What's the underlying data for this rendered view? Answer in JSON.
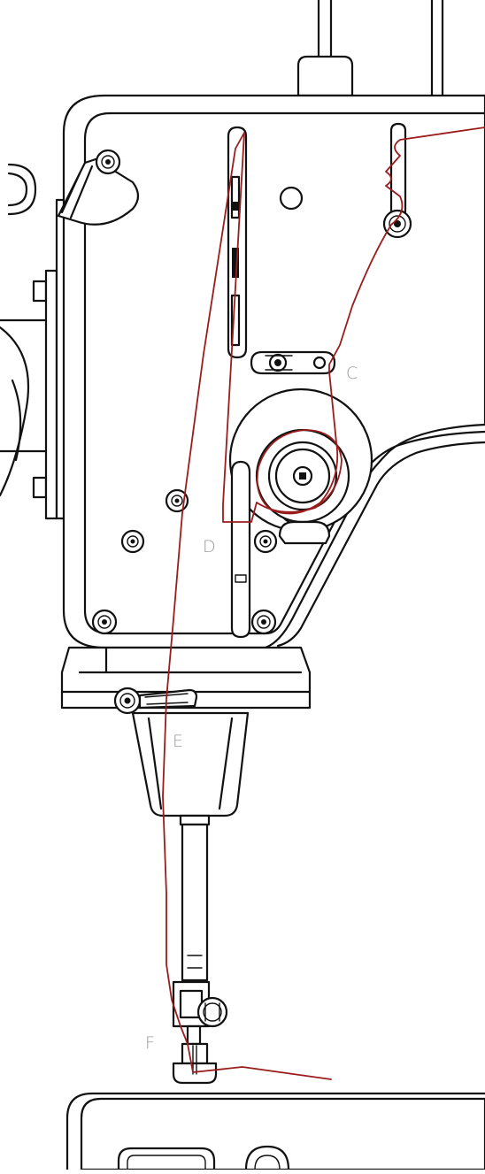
{
  "labels": {
    "c": "C",
    "d": "D",
    "e": "E",
    "f": "F"
  },
  "colors": {
    "thread": "#9b1c1c",
    "outline": "#111111",
    "label": "#9a9a9a"
  }
}
